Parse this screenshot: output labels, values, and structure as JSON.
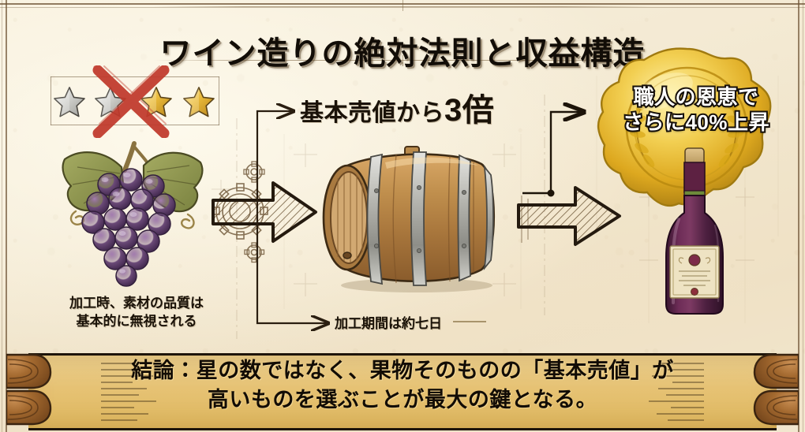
{
  "title": "ワイン造りの絶対法則と収益構造",
  "theme": {
    "paper": "#f3e9d2",
    "ink": "#1a1208",
    "frame": "#6d5334",
    "banner_gold": "#e6c274",
    "seal_gold": "#e9bd34",
    "star_silver": "#c8c8c8",
    "star_gold": "#e8b93a",
    "cross_red": "#c0392b",
    "grape_purple": "#6b4a78",
    "leaf_green": "#8a9350",
    "barrel_wood": "#b07c43",
    "hoop_steel": "#b9b9b4",
    "wine_dark": "#4a1f3a"
  },
  "stars": {
    "name": "quality-star-rating",
    "total": 4,
    "items": [
      {
        "index": 1,
        "kind": "silver"
      },
      {
        "index": 2,
        "kind": "silver"
      },
      {
        "index": 3,
        "kind": "gold"
      },
      {
        "index": 4,
        "kind": "gold"
      }
    ],
    "crossed_out": true,
    "cross_icon": "red-x-cross-icon"
  },
  "stages": {
    "input": {
      "icon": "grape-cluster-icon",
      "caption_line1": "加工時、素材の品質は",
      "caption_line2": "基本的に無視される"
    },
    "process": {
      "icon": "oak-barrel-icon",
      "headline_prefix": "基本売値から",
      "headline_value": "3倍",
      "duration_caption": "加工期間は約七日"
    },
    "output": {
      "icon": "wine-bottle-icon",
      "seal_icon": "gold-wax-seal-icon",
      "headline_line1": "職人の恩恵で",
      "headline_line2": "さらに40%上昇"
    }
  },
  "arrows": {
    "first": "hatched-right-arrow-icon",
    "second": "hatched-right-arrow-icon"
  },
  "conclusion": {
    "line1": "結論：星の数ではなく、果物そのものの「基本売値」が",
    "line2": "高いものを選ぶことが最大の鍵となる。"
  }
}
